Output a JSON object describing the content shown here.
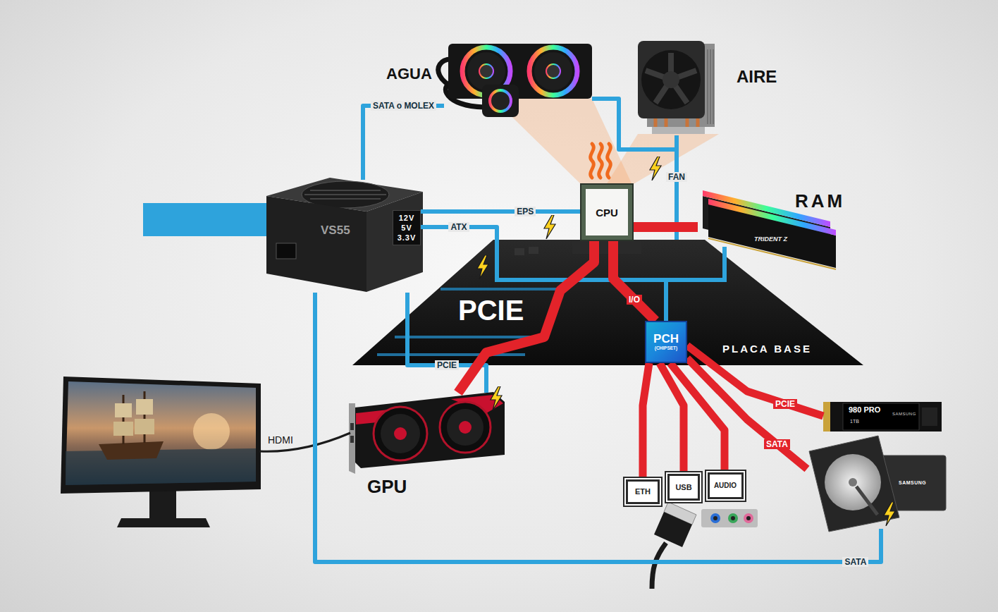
{
  "diagram": {
    "nodes": [
      {
        "text": [
          "AGUA"
        ]
      },
      {
        "text": [
          "AIRE"
        ]
      },
      {
        "text": [
          "12V 5V 3.3V"
        ]
      },
      {
        "text": [
          "PCIE",
          "PLACA BASE"
        ]
      },
      {
        "text": [
          "CPU"
        ]
      },
      {
        "text": [
          "RAM"
        ]
      },
      {
        "text": [
          "PCH",
          "(CHIPSET)"
        ],
        "in": 3
      },
      {
        "text": [
          "GPU"
        ]
      },
      {
        "text": [
          "980 PRO",
          "1TB",
          "SAMSUNG"
        ]
      },
      {
        "text": [
          "SAMSUNG"
        ]
      },
      {
        "text": [
          "ETH"
        ]
      },
      {
        "text": [
          "USB"
        ]
      },
      {
        "text": [
          "AUDIO"
        ]
      }
    ],
    "edges": [
      {
        "from": 2,
        "to": 0,
        "label": "SATA o MOLEX",
        "arrow": "none"
      },
      {
        "from": 2,
        "to": 4,
        "label": "EPS",
        "arrow": "none"
      },
      {
        "from": 2,
        "to": 3,
        "label": "ATX",
        "arrow": "none"
      },
      {
        "from": 2,
        "to": 7,
        "label": "PCIE",
        "arrow": "none"
      },
      {
        "from": 2,
        "to": 9,
        "label": "SATA",
        "arrow": "none"
      },
      {
        "from": 3,
        "to": 1,
        "label": "FAN",
        "arrow": "none"
      },
      {
        "from": 3,
        "to": 0,
        "arrow": "none"
      },
      {
        "from": 4,
        "to": 5,
        "arrow": "none"
      },
      {
        "from": 4,
        "to": 7,
        "arrow": "none"
      },
      {
        "from": 4,
        "to": 6,
        "label": "I/O",
        "arrow": "none"
      },
      {
        "from": 6,
        "to": 10,
        "arrow": "none"
      },
      {
        "from": 6,
        "to": 11,
        "arrow": "none"
      },
      {
        "from": 6,
        "to": 12,
        "arrow": "none"
      },
      {
        "from": 6,
        "to": 8,
        "label": "PCIE",
        "arrow": "none"
      },
      {
        "from": 6,
        "to": 9,
        "label": "SATA",
        "arrow": "none"
      }
    ],
    "labels": [
      "HDMI",
      "VS55",
      "TRIDENT Z"
    ]
  }
}
